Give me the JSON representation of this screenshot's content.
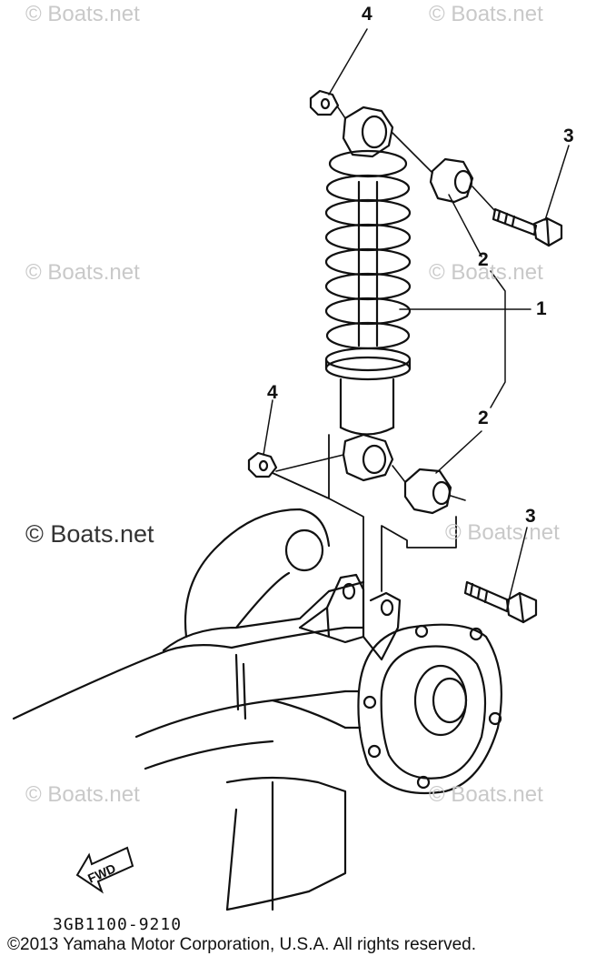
{
  "watermarks": {
    "w1": "© Boats.net",
    "w2": "© Boats.net",
    "w3": "© Boats.net",
    "w4": "© Boats.net",
    "w5": "© Boats.net",
    "w6": "© Boats.net",
    "w7": "© Boats.net",
    "w8": "© Boats.net"
  },
  "callouts": {
    "c1": "1",
    "c2a": "2",
    "c2b": "2",
    "c3a": "3",
    "c3b": "3",
    "c4a": "4",
    "c4b": "4"
  },
  "fwd_label": "FWD",
  "diagram_code": "3GB1100-9210",
  "copyright": "©2013 Yamaha Motor Corporation, U.S.A. All rights reserved."
}
